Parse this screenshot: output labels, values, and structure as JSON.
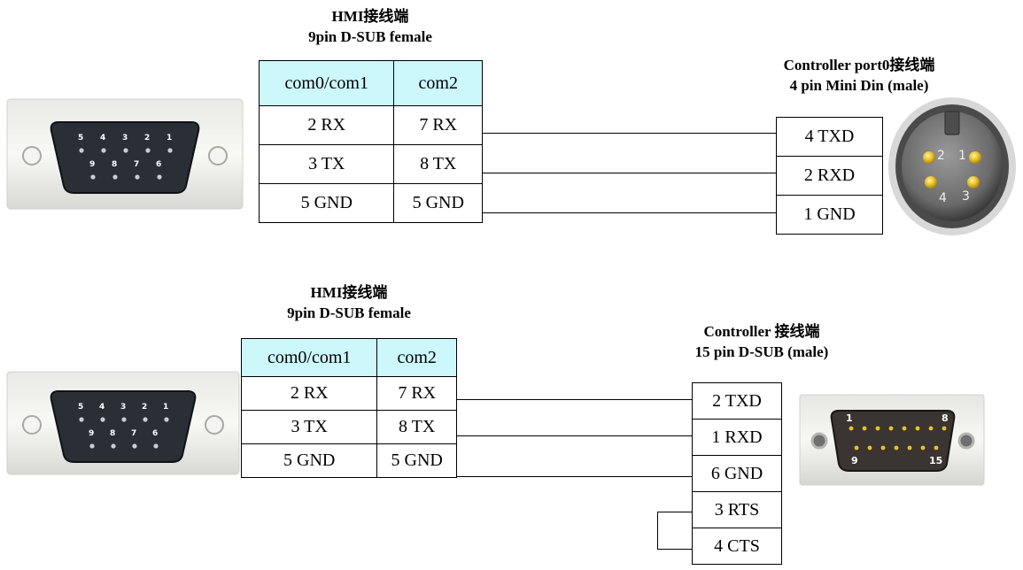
{
  "diagram1": {
    "hmi": {
      "title": "HMI接线端",
      "subtitle": "9pin D-SUB female",
      "columns": [
        "com0/com1",
        "com2"
      ],
      "rows": [
        [
          "2 RX",
          "7 RX"
        ],
        [
          "3 TX",
          "8 TX"
        ],
        [
          "5 GND",
          "5 GND"
        ]
      ]
    },
    "controller": {
      "title": "Controller port0接线端",
      "subtitle": "4 pin Mini Din (male)",
      "pins": [
        "4 TXD",
        "2 RXD",
        "1 GND"
      ]
    },
    "hmi_connector_pins": {
      "top": [
        "5",
        "4",
        "3",
        "2",
        "1"
      ],
      "bottom": [
        "9",
        "8",
        "7",
        "6"
      ]
    },
    "mini_din_pins": [
      "2",
      "1",
      "4",
      "3"
    ]
  },
  "diagram2": {
    "hmi": {
      "title": "HMI接线端",
      "subtitle": "9pin D-SUB female",
      "columns": [
        "com0/com1",
        "com2"
      ],
      "rows": [
        [
          "2 RX",
          "7 RX"
        ],
        [
          "3 TX",
          "8 TX"
        ],
        [
          "5 GND",
          "5 GND"
        ]
      ]
    },
    "controller": {
      "title": "Controller 接线端",
      "subtitle": "15 pin D-SUB (male)",
      "pins": [
        "2 TXD",
        "1 RXD",
        "6 GND",
        "3 RTS",
        "4 CTS"
      ]
    },
    "hmi_connector_pins": {
      "top": [
        "5",
        "4",
        "3",
        "2",
        "1"
      ],
      "bottom": [
        "9",
        "8",
        "7",
        "6"
      ]
    },
    "dsub15_pins": {
      "top_left": "1",
      "top_right": "8",
      "bottom_left": "9",
      "bottom_right": "15"
    }
  },
  "colors": {
    "table_header_bg": "#ccf7fb",
    "connector_shell": "#1e1e1e",
    "pin_gold": "#e8c22a"
  }
}
